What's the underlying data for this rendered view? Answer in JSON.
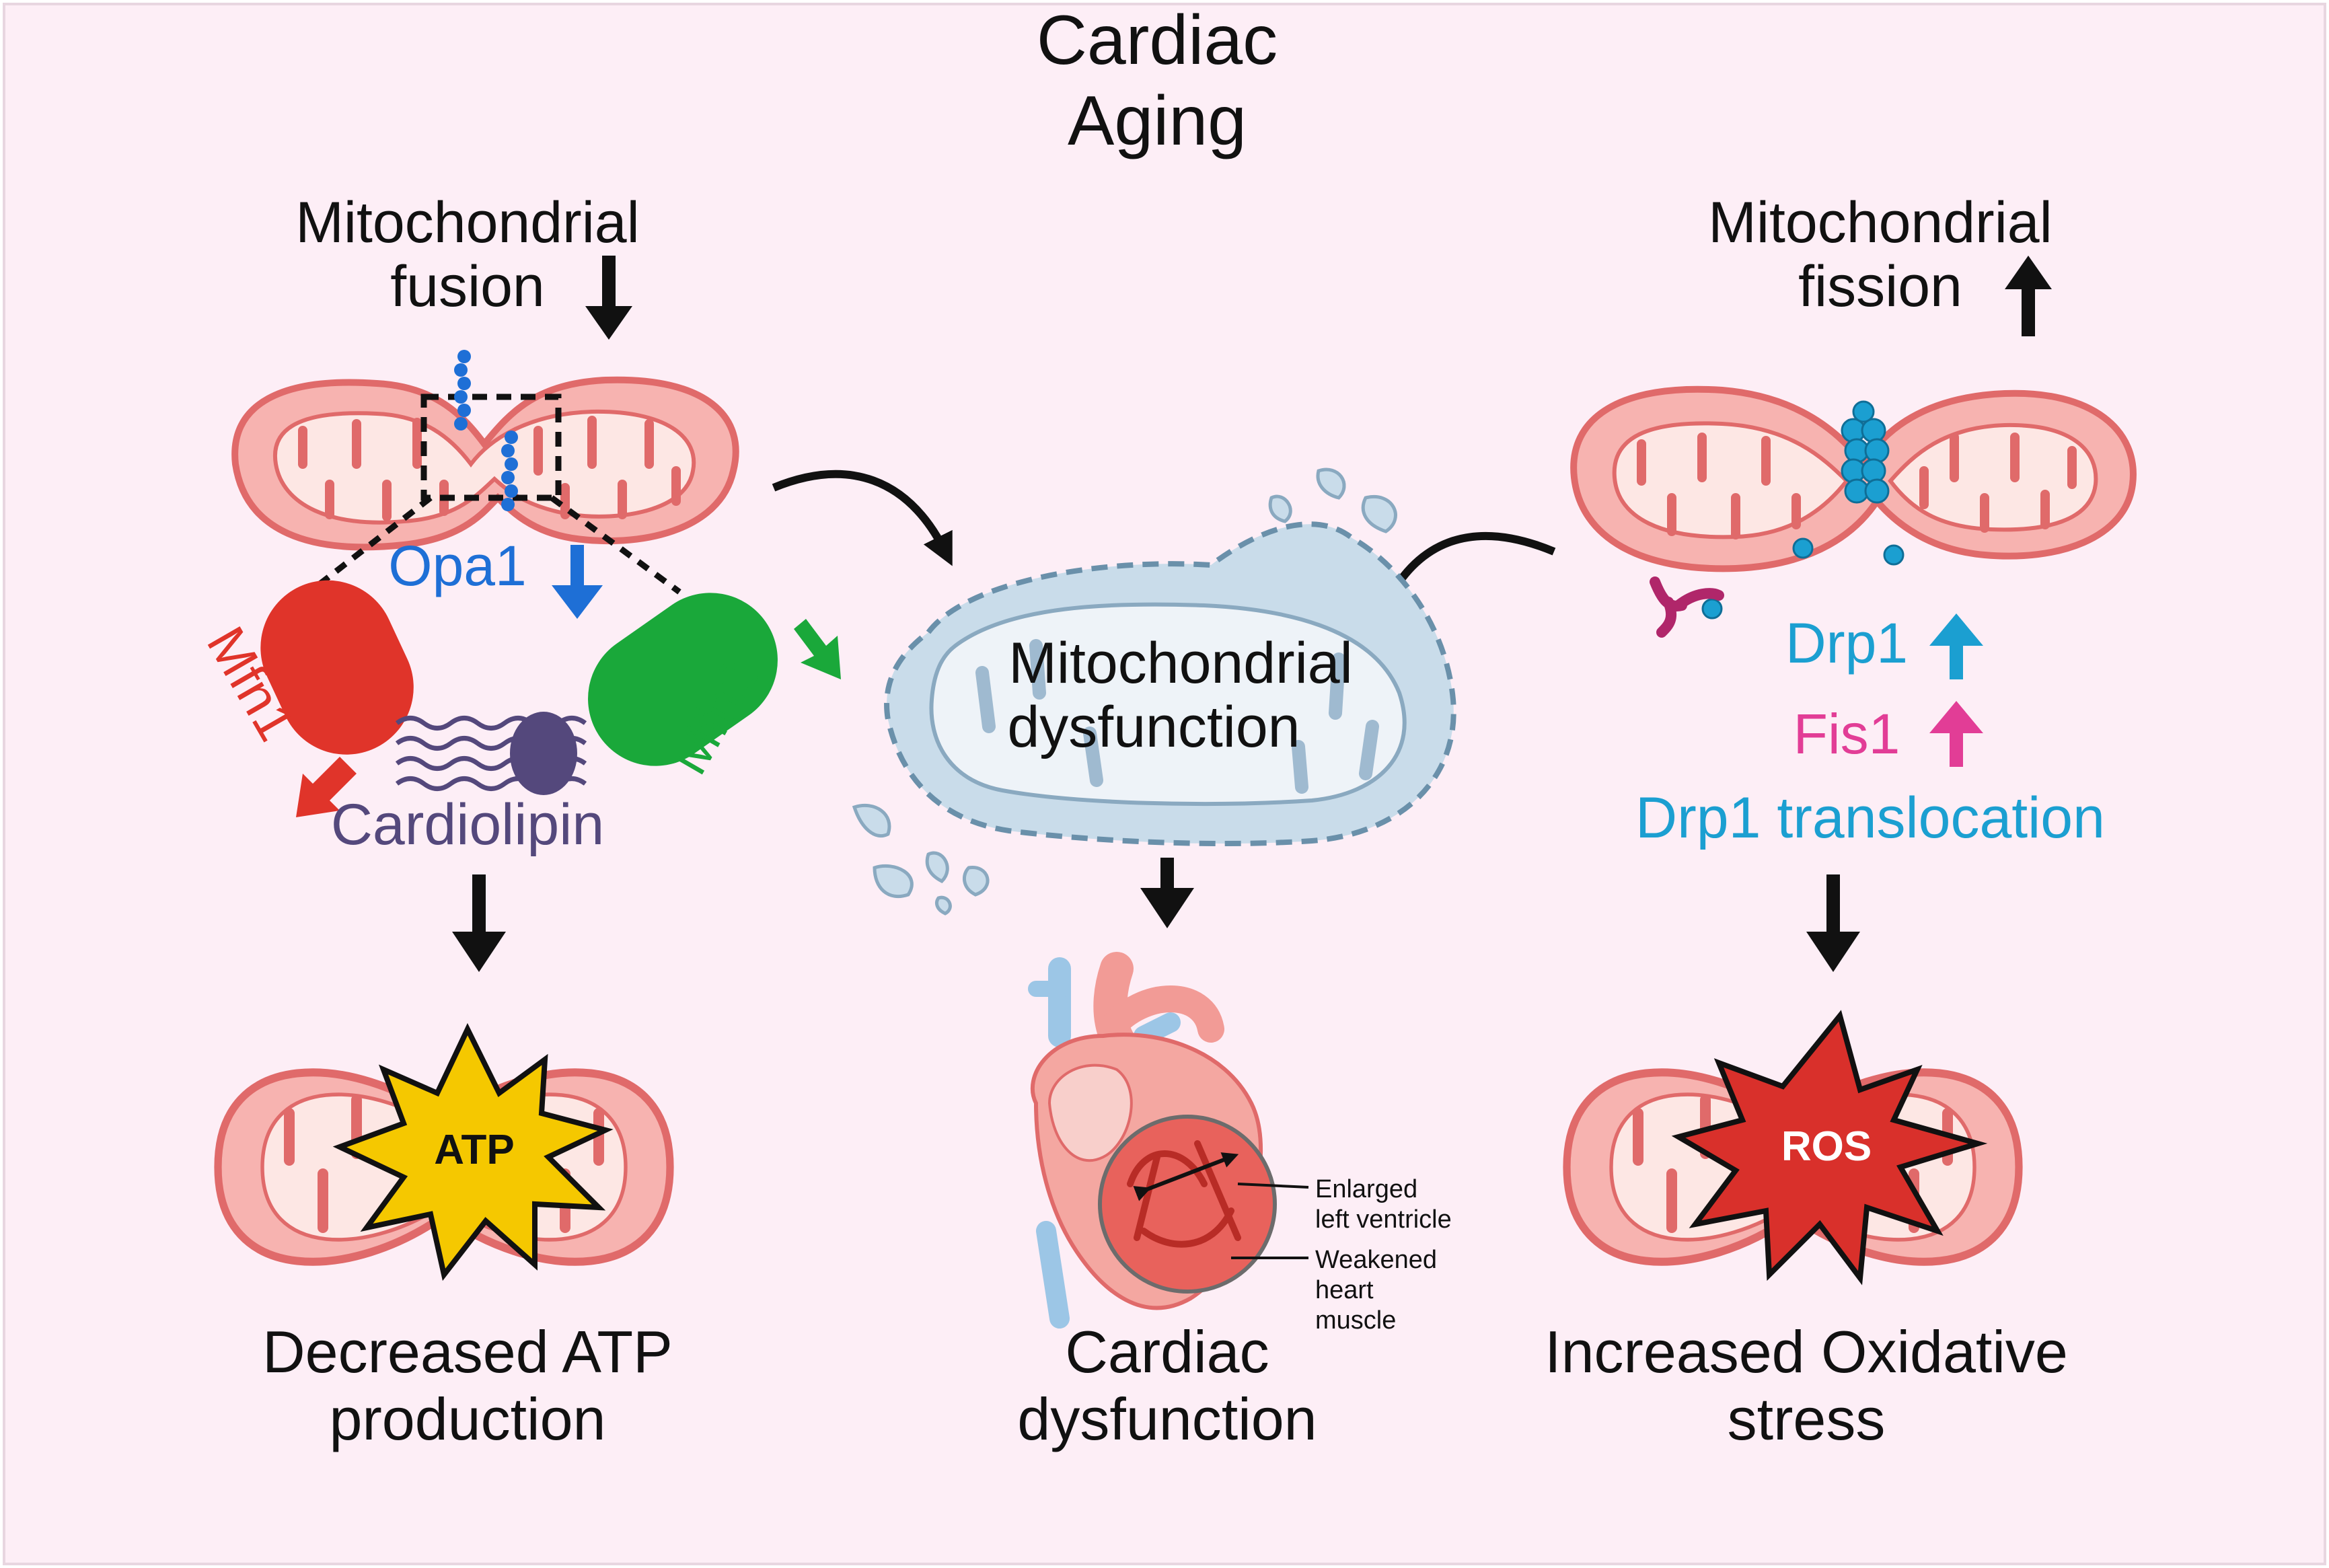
{
  "title": {
    "line1": "Cardiac",
    "line2": "Aging"
  },
  "left": {
    "heading_line1": "Mitochondrial",
    "heading_line2": "fusion",
    "opa1": "Opa1",
    "mfn1": "Mfn1",
    "mfn2": "Mfn2",
    "cardiolipin": "Cardiolipin",
    "atp": "ATP",
    "outcome_line1": "Decreased ATP",
    "outcome_line2": "production"
  },
  "center": {
    "label_line1": "Mitochondrial",
    "label_line2": "dysfunction",
    "heart_label1_line1": "Enlarged",
    "heart_label1_line2": "left ventricle",
    "heart_label2_line1": "Weakened",
    "heart_label2_line2": "heart",
    "heart_label2_line3": "muscle",
    "outcome_line1": "Cardiac",
    "outcome_line2": "dysfunction"
  },
  "right": {
    "heading_line1": "Mitochondrial",
    "heading_line2": "fission",
    "drp1": "Drp1",
    "fis1": "Fis1",
    "drp1_translocation": "Drp1 translocation",
    "ros": "ROS",
    "outcome_line1": "Increased Oxidative",
    "outcome_line2": "stress"
  },
  "colors": {
    "background": "#fdeef6",
    "mito_fill": "#f7b3b0",
    "mito_stroke": "#e06a6a",
    "mfn1": "#e0342a",
    "mfn2": "#1aa83a",
    "opa1": "#1e6fd6",
    "cardiolipin": "#54487c",
    "drp1": "#1b9fd1",
    "fis1": "#e23d96",
    "atp_star": "#f5c800",
    "ros_star": "#d9302b",
    "dysfunction_fill": "#c9dcea"
  }
}
